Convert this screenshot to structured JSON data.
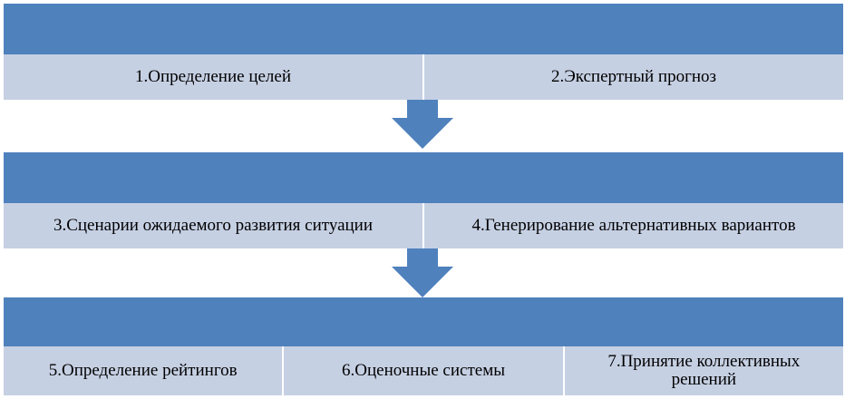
{
  "stages": [
    {
      "items": [
        {
          "label": "1.Определение целей"
        },
        {
          "label": "2.Экспертный прогноз"
        }
      ]
    },
    {
      "items": [
        {
          "label": "3.Сценарии ожидаемого развития ситуации"
        },
        {
          "label": "4.Генерирование альтернативных вариантов"
        }
      ]
    },
    {
      "items": [
        {
          "label": "5.Определение рейтингов"
        },
        {
          "label": "6.Оценочные системы"
        },
        {
          "label": "7.Принятие коллективных решений"
        }
      ]
    }
  ],
  "colors": {
    "header": "#4f81bd",
    "item": "#c6d0e3",
    "arrow": "#4f81bd"
  }
}
